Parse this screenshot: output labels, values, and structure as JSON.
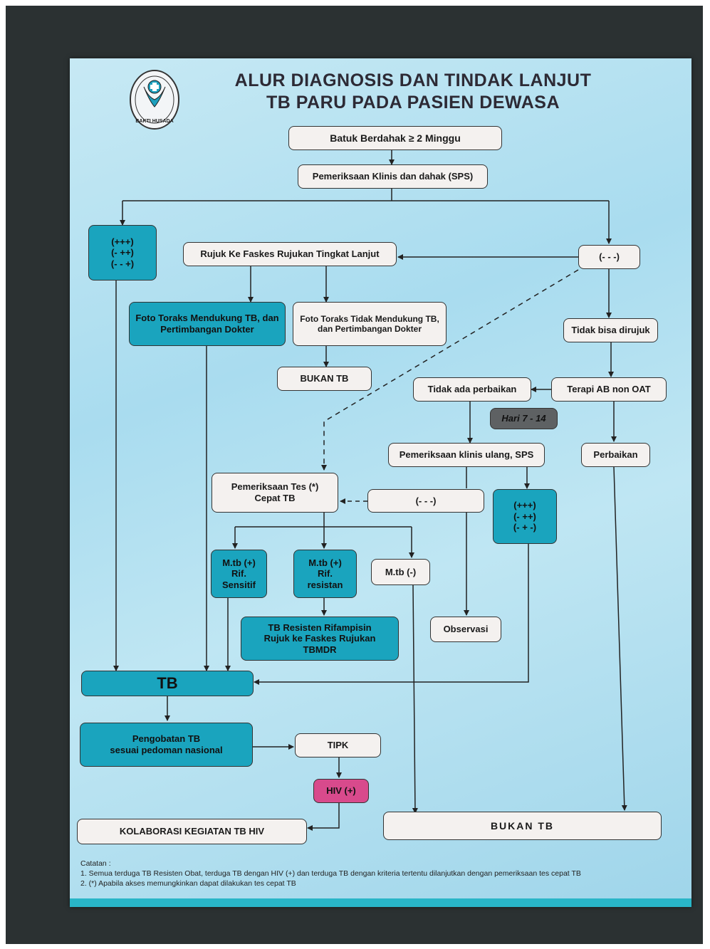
{
  "title": {
    "line1": "ALUR DIAGNOSIS DAN TINDAK LANJUT",
    "line2": "TB PARU PADA PASIEN DEWASA"
  },
  "logo": {
    "text": "BAKTI HUSADA",
    "icon": "bakti-husada-logo"
  },
  "nodes": {
    "batuk": "Batuk Berdahak ≥ 2 Minggu",
    "periksa": "Pemeriksaan Klinis dan dahak (SPS)",
    "pos1": "(+++)\n(- ++)\n(- - +)",
    "rujuk": "Rujuk Ke Faskes Rujukan Tingkat Lanjut",
    "neg1": "(- - -)",
    "foto_dukung": "Foto Toraks Mendukung TB, dan\nPertimbangan Dokter",
    "foto_tidak": "Foto Toraks Tidak Mendukung TB,\ndan Pertimbangan Dokter",
    "tidak_dirujuk": "Tidak bisa dirujuk",
    "bukan_tb_1": "BUKAN TB",
    "tidak_perbaikan": "Tidak ada perbaikan",
    "terapi_ab": "Terapi AB non OAT",
    "hari": "Hari 7 - 14",
    "periksa_ulang": "Pemeriksaan klinis ulang, SPS",
    "perbaikan": "Perbaikan",
    "tes_cepat": "Pemeriksaan Tes (*)\nCepat TB",
    "neg2": "(- - -)",
    "pos2": "(+++)\n(- ++)\n(- + -)",
    "mtb_sensitif": "M.tb (+)\nRif.\nSensitif",
    "mtb_resisten": "M.tb (+)\nRif.\nresistan",
    "mtb_neg": "M.tb (-)",
    "tb_resisten": "TB Resisten Rifampisin\nRujuk ke Faskes Rujukan\nTBMDR",
    "observasi": "Observasi",
    "tb": "TB",
    "pengobatan": "Pengobatan TB\nsesuai pedoman nasional",
    "tipk": "TIPK",
    "hiv": "HIV (+)",
    "kolaborasi": "KOLABORASI KEGIATAN TB HIV",
    "bukan_tb_2": "BUKAN   TB"
  },
  "notes": {
    "heading": "Catatan :",
    "n1": "1. Semua terduga TB Resisten Obat, terduga TB dengan HIV (+) dan terduga TB dengan kriteria tertentu dilanjutkan dengan pemeriksaan tes cepat TB",
    "n2": "2. (*) Apabila akses memungkinkan dapat dilakukan tes cepat TB"
  },
  "colors": {
    "teal": "#1aa4be",
    "white_box": "#f4f1ef",
    "gray_box": "#5e6163",
    "pink_box": "#d84a8c",
    "background": "#b5e1f1"
  }
}
